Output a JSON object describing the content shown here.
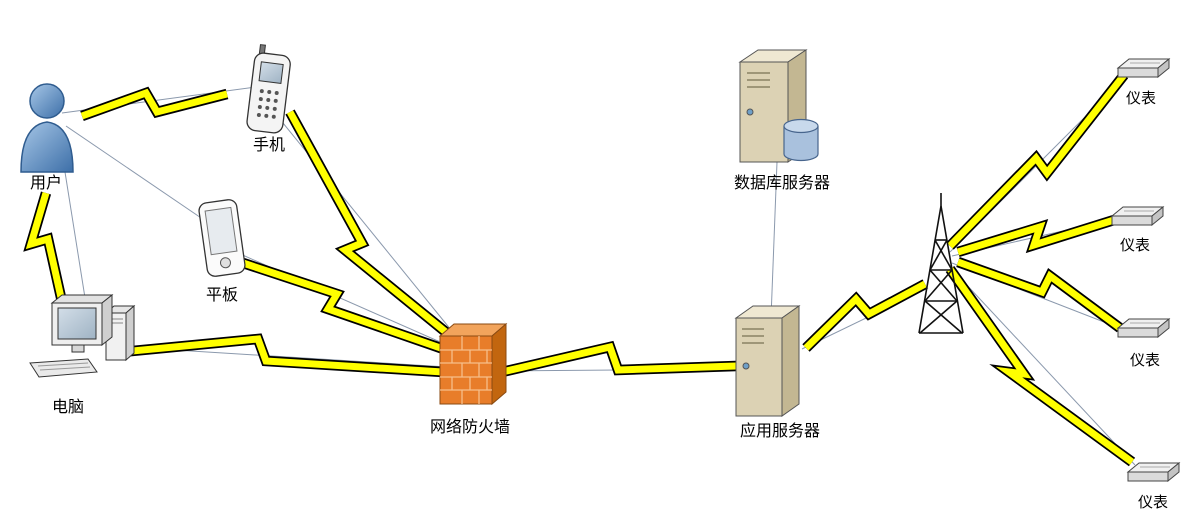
{
  "diagram": {
    "nodes": {
      "user": {
        "label": "用户"
      },
      "phone": {
        "label": "手机"
      },
      "tablet": {
        "label": "平板"
      },
      "computer": {
        "label": "电脑"
      },
      "firewall": {
        "label": "网络防火墙"
      },
      "db_server": {
        "label": "数据库服务器"
      },
      "app_server": {
        "label": "应用服务器"
      }
    },
    "meters": [
      {
        "label": "仪表"
      },
      {
        "label": "仪表"
      },
      {
        "label": "仪表"
      },
      {
        "label": "仪表"
      }
    ],
    "links": {
      "connections": [
        "用户-手机",
        "用户-平板",
        "用户-电脑",
        "手机-网络防火墙",
        "平板-网络防火墙",
        "电脑-网络防火墙",
        "网络防火墙-应用服务器",
        "数据库服务器-应用服务器",
        "应用服务器-信号塔",
        "信号塔-仪表1",
        "信号塔-仪表2",
        "信号塔-仪表3",
        "信号塔-仪表4"
      ]
    },
    "colors": {
      "background": "#ffffff",
      "bolt_fill": "#ffff00",
      "bolt_outline": "#000000",
      "link_line": "#8b99ad",
      "firewall_orange": "#e87d2a",
      "server_beige": "#dcd2b4",
      "user_blue": "#5b8fc9",
      "database_blue": "#a9c1dd"
    }
  }
}
